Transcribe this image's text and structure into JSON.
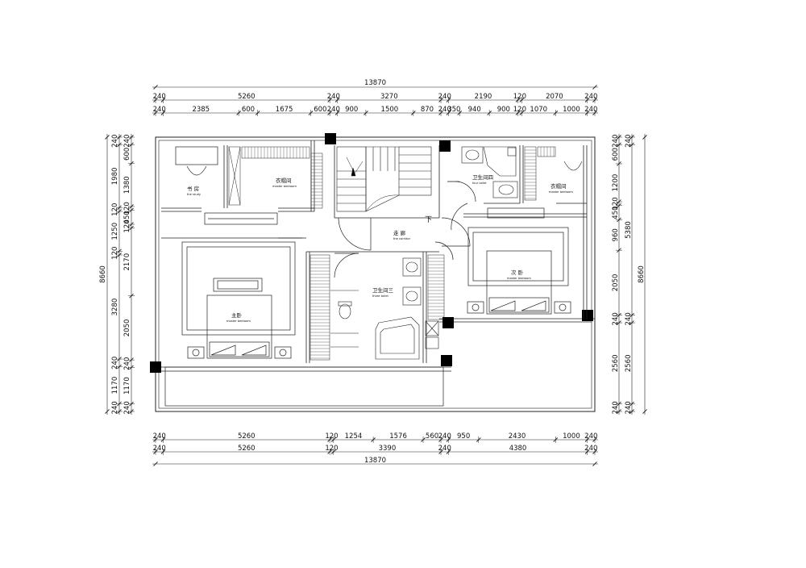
{
  "dimensions": {
    "top_total": "13870",
    "top_row1": [
      "240",
      "5260",
      "240",
      "3270",
      "240",
      "2190",
      "120",
      "2070",
      "240"
    ],
    "top_row2": [
      "240",
      "2385",
      "600",
      "1675",
      "600",
      "240",
      "900",
      "1500",
      "870",
      "240",
      "350",
      "940",
      "900",
      "120",
      "1070",
      "1000",
      "240"
    ],
    "bottom_row1": [
      "240",
      "5260",
      "120",
      "1254",
      "1576",
      "560",
      "240",
      "950",
      "2430",
      "1000",
      "240"
    ],
    "bottom_row2": [
      "240",
      "5260",
      "120",
      "3390",
      "240",
      "4380",
      "240"
    ],
    "bottom_total": "13870",
    "left_total": "8660",
    "left_row1": [
      "240",
      "1980",
      "120",
      "1250",
      "120",
      "3280",
      "240",
      "1170",
      "240"
    ],
    "left_row2": [
      "240",
      "600",
      "1380",
      "120",
      "450",
      "120",
      "2170",
      "2050",
      "240",
      "1170",
      "240"
    ],
    "right_total": "8660",
    "right_row1": [
      "240",
      "5380",
      "240",
      "2560",
      "240"
    ],
    "right_row2": [
      "240",
      "600",
      "1200",
      "120",
      "450",
      "960",
      "2050",
      "240",
      "2560",
      "240"
    ]
  },
  "rooms": {
    "study": {
      "cn": "书 房",
      "en": "the study"
    },
    "cloak1": {
      "cn": "衣帽间",
      "en": "master bedroom"
    },
    "corridor": {
      "cn": "走 廊",
      "en": "the corridor"
    },
    "stair_down": "下",
    "toilet4": {
      "cn": "卫生间四",
      "en": "four toilet"
    },
    "cloak2": {
      "cn": "衣帽间",
      "en": "master bedroom"
    },
    "master": {
      "cn": "主卧",
      "en": "master bedroom"
    },
    "toilet3": {
      "cn": "卫生间三",
      "en": "three toilet"
    },
    "second": {
      "cn": "次 卧",
      "en": "master bedroom"
    }
  }
}
